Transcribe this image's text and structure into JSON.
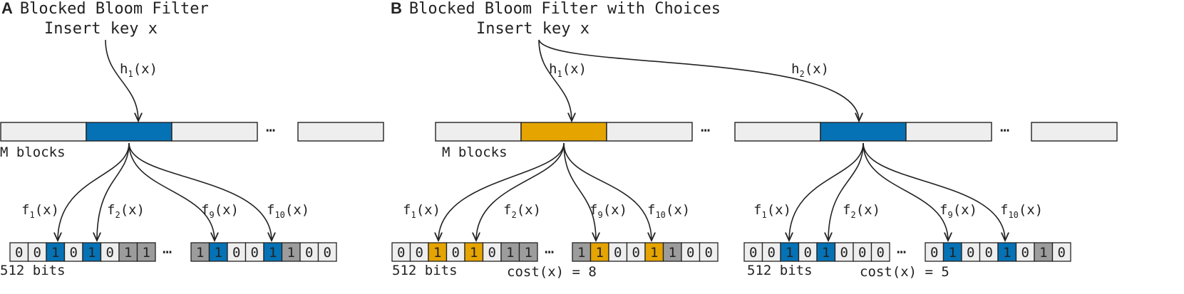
{
  "colors": {
    "blue": "#0572b5",
    "orange": "#e5a400",
    "light_cell": "#eeeeee",
    "gray_cell": "#9c9c9c",
    "outline": "#222222"
  },
  "panel_a": {
    "letter": "A",
    "title": "Blocked Bloom Filter",
    "insert_label": "Insert key x",
    "h1": {
      "base": "h",
      "sub": "1",
      "arg": "(x)"
    },
    "blocks_label": "M blocks",
    "highlight_block_color": "blue",
    "f_labels": [
      {
        "base": "f",
        "sub": "1",
        "arg": "(x)"
      },
      {
        "base": "f",
        "sub": "2",
        "arg": "(x)"
      },
      {
        "base": "f",
        "sub": "9",
        "arg": "(x)"
      },
      {
        "base": "f",
        "sub": "10",
        "arg": "(x)"
      }
    ],
    "bits_left": [
      "0",
      "0",
      "1",
      "0",
      "1",
      "0",
      "1",
      "1"
    ],
    "bits_left_styles": [
      "l",
      "l",
      "c",
      "l",
      "c",
      "l",
      "g",
      "g"
    ],
    "bits_right": [
      "1",
      "1",
      "0",
      "0",
      "1",
      "1",
      "0",
      "0"
    ],
    "bits_right_styles": [
      "g",
      "c",
      "l",
      "l",
      "c",
      "g",
      "l",
      "l"
    ],
    "bits_label": "512 bits",
    "ellipsis": "⋯"
  },
  "panel_b": {
    "letter": "B",
    "title": "Blocked Bloom Filter with Choices",
    "insert_label": "Insert key x",
    "h1": {
      "base": "h",
      "sub": "1",
      "arg": "(x)"
    },
    "h2": {
      "base": "h",
      "sub": "2",
      "arg": "(x)"
    },
    "blocks_label": "M blocks",
    "ellipsis": "⋯",
    "choice_1": {
      "color": "orange",
      "f_labels": [
        {
          "base": "f",
          "sub": "1",
          "arg": "(x)"
        },
        {
          "base": "f",
          "sub": "2",
          "arg": "(x)"
        },
        {
          "base": "f",
          "sub": "9",
          "arg": "(x)"
        },
        {
          "base": "f",
          "sub": "10",
          "arg": "(x)"
        }
      ],
      "bits_left": [
        "0",
        "0",
        "1",
        "0",
        "1",
        "0",
        "1",
        "1"
      ],
      "bits_left_styles": [
        "l",
        "l",
        "c",
        "l",
        "c",
        "l",
        "g",
        "g"
      ],
      "bits_right": [
        "1",
        "1",
        "0",
        "0",
        "1",
        "1",
        "0",
        "0"
      ],
      "bits_right_styles": [
        "g",
        "c",
        "l",
        "l",
        "c",
        "g",
        "l",
        "l"
      ],
      "bits_label": "512 bits",
      "cost_label": "cost(x) = 8"
    },
    "choice_2": {
      "color": "blue",
      "f_labels": [
        {
          "base": "f",
          "sub": "1",
          "arg": "(x)"
        },
        {
          "base": "f",
          "sub": "2",
          "arg": "(x)"
        },
        {
          "base": "f",
          "sub": "9",
          "arg": "(x)"
        },
        {
          "base": "f",
          "sub": "10",
          "arg": "(x)"
        }
      ],
      "bits_left": [
        "0",
        "0",
        "1",
        "0",
        "1",
        "0",
        "0",
        "0"
      ],
      "bits_left_styles": [
        "l",
        "l",
        "c",
        "l",
        "c",
        "l",
        "l",
        "l"
      ],
      "bits_right": [
        "0",
        "1",
        "0",
        "0",
        "1",
        "0",
        "1",
        "0"
      ],
      "bits_right_styles": [
        "l",
        "c",
        "l",
        "l",
        "c",
        "l",
        "g",
        "l"
      ],
      "bits_label": "512 bits",
      "cost_label": "cost(x) = 5"
    }
  }
}
